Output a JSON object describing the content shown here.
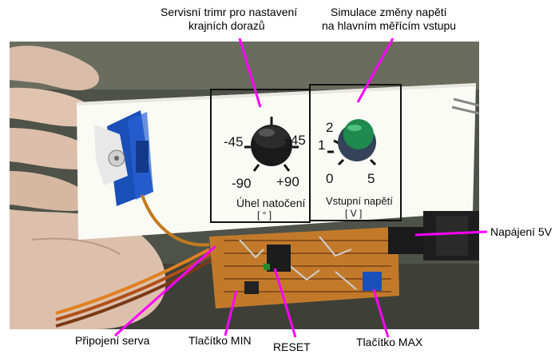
{
  "callouts": {
    "servisni_trimr": [
      "Servisní trimr pro nastavení",
      "krajních dorazů"
    ],
    "simulace": [
      "Simulace změny napětí",
      "na hlavním měřícím vstupu"
    ],
    "napajeni": "Napájení 5V",
    "pripojeni_serva": "Připojení serva",
    "tlacitko_min": "Tlačítko MIN",
    "reset": "RESET",
    "tlacitko_max": "Tlačítko MAX"
  },
  "panel_left": {
    "scale": [
      "-45",
      "+45",
      "-90",
      "+90"
    ],
    "caption": "Úhel natočení",
    "unit": "[ ° ]"
  },
  "panel_right": {
    "scale": [
      "2",
      "1",
      "0",
      "5"
    ],
    "caption": "Vstupní napětí",
    "unit": "[ V ]"
  },
  "colors": {
    "callout_line": "#ff00ff",
    "background": "#5a5a4a",
    "panel": "#fcfcf8",
    "pcb": "#c27a2a",
    "servo_blue": "#1b4fb8",
    "knob_green": "#1f8a4e"
  }
}
